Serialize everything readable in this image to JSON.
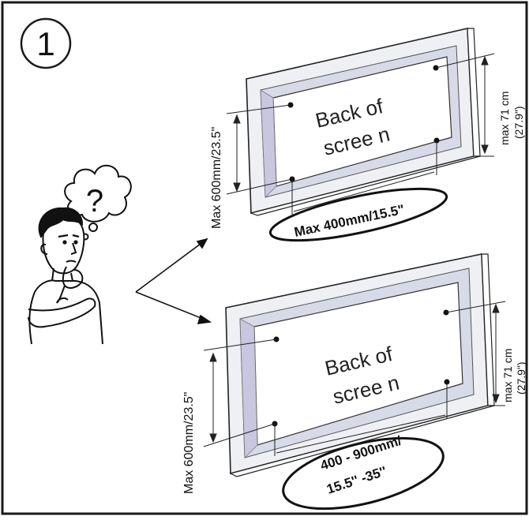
{
  "step": {
    "number": "1"
  },
  "colors": {
    "frame": "#1a1a1a",
    "tv_border": "#eef0f4",
    "tv_bevel": "#d7dbe8",
    "tv_shadow": "#c9c6e0",
    "ink": "#111111"
  },
  "person": {
    "thought_symbol": "?"
  },
  "top_screen": {
    "label_line1": "Back of",
    "label_line2": "scree n",
    "height_dim": "Max 600mm/23.5\"",
    "width_dim": "Max 400mm/15.5\"",
    "max_height_line1": "max 71 cm",
    "max_height_line2": "(27.9\")"
  },
  "bottom_screen": {
    "label_line1": "Back of",
    "label_line2": "scree n",
    "height_dim": "Max 600mm/23.5\"",
    "width_dim_line1": "400 - 900mm/",
    "width_dim_line2": "15.5'' -35''",
    "max_height_line1": "max 71 cm",
    "max_height_line2": "(27.9\")"
  }
}
